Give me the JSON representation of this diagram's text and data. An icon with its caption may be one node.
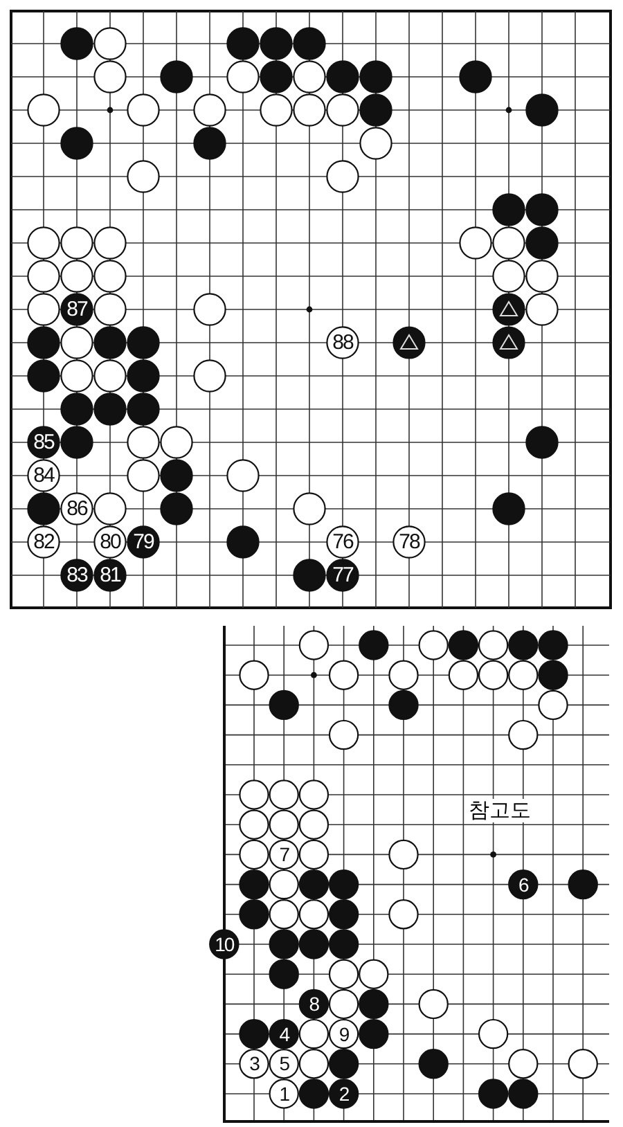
{
  "diagram": {
    "labels": [
      "87",
      "88",
      "85",
      "84",
      "86",
      "82",
      "80",
      "79",
      "76",
      "78",
      "83",
      "81",
      "77",
      "참고도",
      "7",
      "6",
      "10",
      "8",
      "4",
      "9",
      "3",
      "5",
      "1",
      "2"
    ]
  }
}
